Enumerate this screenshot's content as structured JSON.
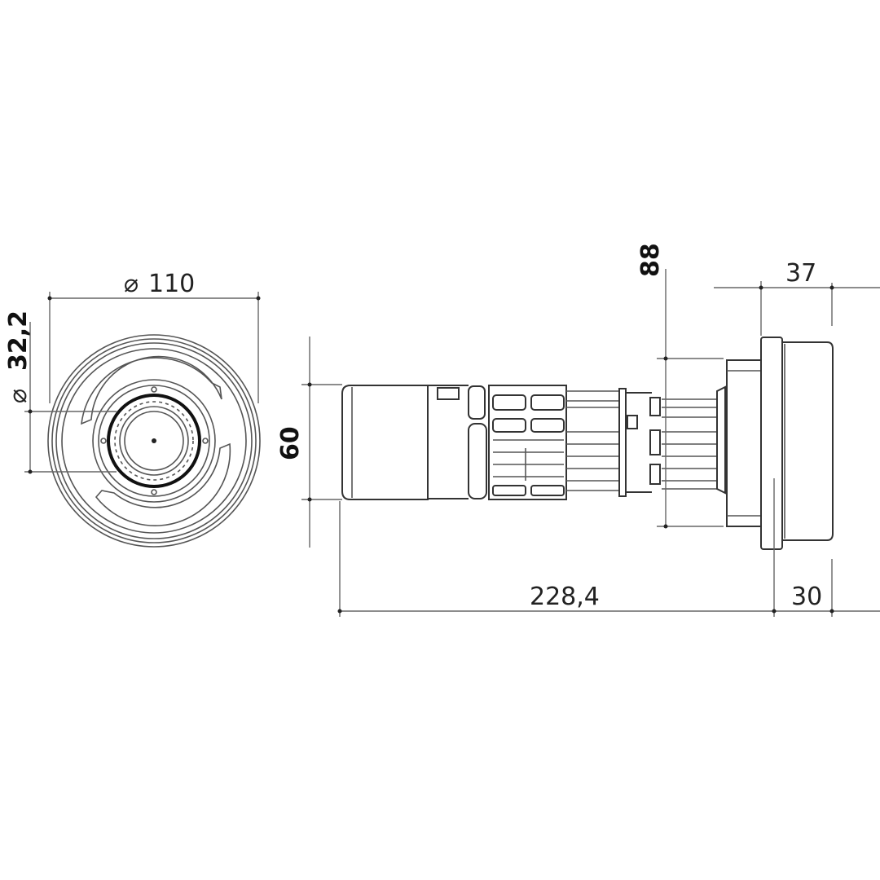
{
  "drawing": {
    "type": "technical-dimension-drawing",
    "views": {
      "front_view": {
        "name": "front view (circular)"
      },
      "side_view": {
        "name": "side view (profile)"
      }
    },
    "dimensions": {
      "outer_diameter": {
        "symbol": "⌀",
        "value": "110"
      },
      "inner_diameter": {
        "symbol": "⌀",
        "value": "32,2"
      },
      "body_height": {
        "value": "60"
      },
      "flange_base_height": {
        "value": "88"
      },
      "head_depth": {
        "value": "37"
      },
      "overall_length": {
        "value": "228,4"
      },
      "flange_thickness": {
        "value": "30"
      }
    },
    "colors": {
      "line": "#555555",
      "text": "#222222",
      "background": "#ffffff"
    }
  }
}
